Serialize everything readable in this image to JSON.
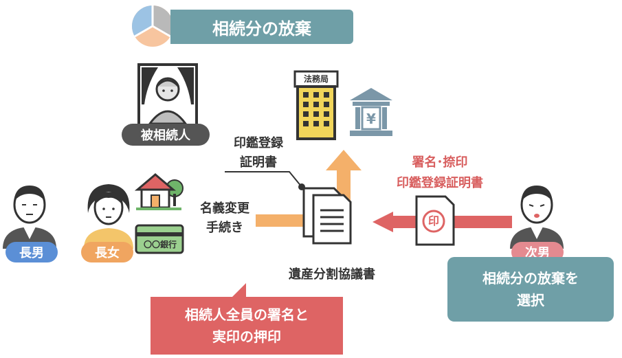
{
  "title": "相続分の放棄",
  "people": {
    "deceased": "被相続人",
    "eldest_son": "長男",
    "eldest_daughter": "長女",
    "second_son": "次男"
  },
  "documents": {
    "seal_cert": [
      "印鑑登録",
      "証明書"
    ],
    "name_change": [
      "名義変更",
      "手続き"
    ],
    "division_agreement": "遺産分割協議書",
    "signature_seal": [
      "署名･捺印",
      "印鑑登録証明書"
    ]
  },
  "buildings": {
    "legal_affairs_bureau": "法務局",
    "bank_symbol": "¥"
  },
  "assets": {
    "bank_book": "〇〇銀行"
  },
  "stamp": {
    "seal_char": "印"
  },
  "notes": {
    "all_heirs": [
      "相続人全員の署名と",
      "実印の押印"
    ],
    "waiver": [
      "相続分の放棄を",
      "選択"
    ]
  },
  "colors": {
    "teal": "#6f9fa7",
    "red": "#de6464",
    "orange_arrow": "#f4b06a",
    "blue_badge": "#5b8fd6",
    "orange_badge": "#f0a560",
    "pink_badge": "#e48a90",
    "dark_badge": "#555555"
  }
}
